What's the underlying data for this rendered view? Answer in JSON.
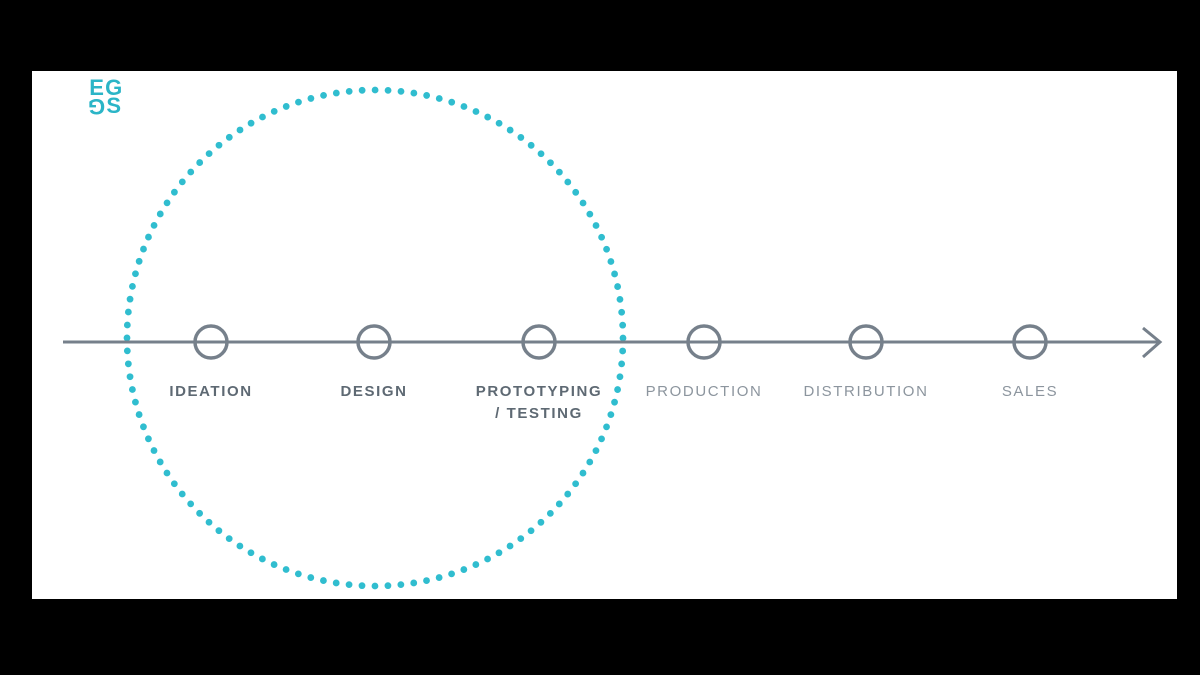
{
  "slide": {
    "background_color": "#000000",
    "canvas_color": "#ffffff"
  },
  "logo": {
    "text": "EGGS",
    "letters": [
      "E",
      "G",
      "G",
      "S"
    ],
    "color": "#2bb5c7"
  },
  "timeline": {
    "direction": "left-to-right-arrow",
    "line_color": "#76808b",
    "node_fill": "none",
    "emphasized_label_color": "#5e6973",
    "label_color": "#8c959e",
    "stages": [
      {
        "label": "IDEATION",
        "lines": [
          "IDEATION"
        ],
        "emphasized": true
      },
      {
        "label": "DESIGN",
        "lines": [
          "DESIGN"
        ],
        "emphasized": true
      },
      {
        "label": "PROTOTYPING / TESTING",
        "lines": [
          "PROTOTYPING",
          "/ TESTING"
        ],
        "emphasized": true
      },
      {
        "label": "PRODUCTION",
        "lines": [
          "PRODUCTION"
        ],
        "emphasized": false
      },
      {
        "label": "DISTRIBUTION",
        "lines": [
          "DISTRIBUTION"
        ],
        "emphasized": false
      },
      {
        "label": "SALES",
        "lines": [
          "SALES"
        ],
        "emphasized": false
      }
    ]
  },
  "highlight": {
    "shape": "dotted-circle",
    "color": "#30bdcf",
    "encircled_stages": [
      "IDEATION",
      "DESIGN",
      "PROTOTYPING / TESTING"
    ]
  }
}
